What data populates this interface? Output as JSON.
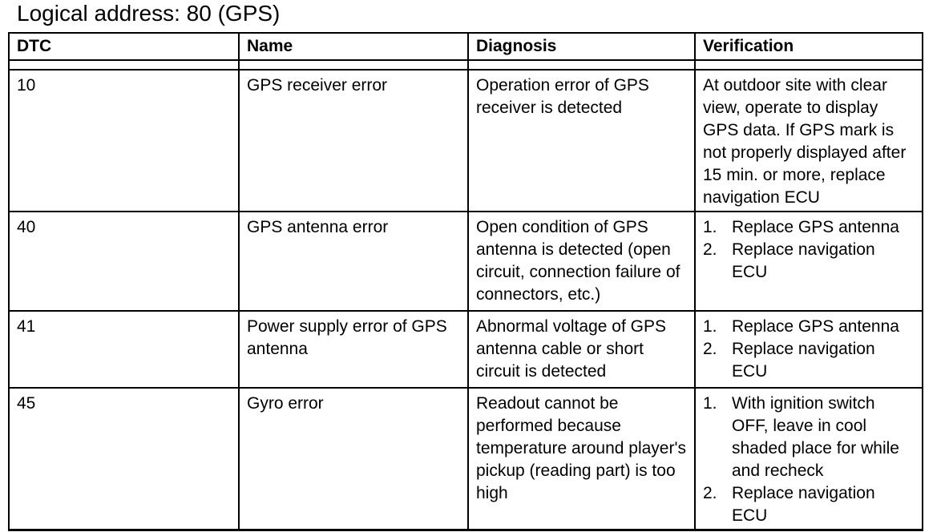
{
  "page": {
    "title": "Logical address: 80 (GPS)"
  },
  "table": {
    "columns": [
      "DTC",
      "Name",
      "Diagnosis",
      "Verification"
    ],
    "rows": [
      {
        "dtc": "10",
        "name": "GPS receiver error",
        "diagnosis": "Operation error of GPS receiver is detected",
        "verification_text": "At outdoor site with clear view, operate to display GPS data. If GPS mark is not properly displayed after 15 min. or more, replace navigation ECU",
        "verification_steps": []
      },
      {
        "dtc": "40",
        "name": "GPS antenna error",
        "diagnosis": "Open condition of GPS antenna is detected (open circuit, connection failure of connectors, etc.)",
        "verification_text": "",
        "verification_steps": [
          "Replace GPS antenna",
          "Replace navigation ECU"
        ]
      },
      {
        "dtc": "41",
        "name": "Power supply error of GPS antenna",
        "diagnosis": "Abnormal voltage of GPS antenna cable or short circuit is detected",
        "verification_text": "",
        "verification_steps": [
          "Replace GPS antenna",
          "Replace navigation ECU"
        ]
      },
      {
        "dtc": "45",
        "name": "Gyro error",
        "diagnosis": "Readout cannot be performed because temperature around player's pickup (reading part) is too high",
        "verification_text": "",
        "verification_steps": [
          "With ignition switch OFF, leave in cool shaded place for while and recheck",
          "Replace navigation ECU"
        ]
      }
    ]
  }
}
